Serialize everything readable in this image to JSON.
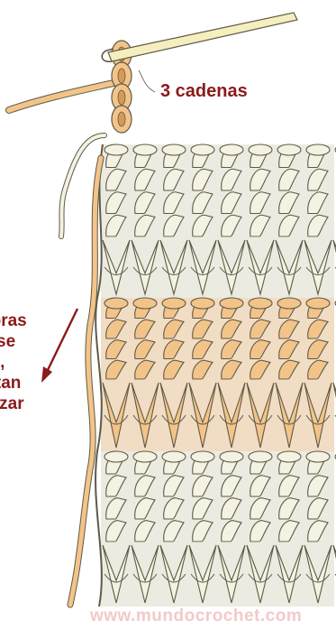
{
  "labels": {
    "chain_note": "3 cadenas",
    "side_note": [
      "obras",
      "se",
      "an,",
      "ultan",
      "alizar"
    ]
  },
  "watermark": "www.mundocrochet.com",
  "colors": {
    "text": "#8b1a1a",
    "watermark": "#f3c9c9",
    "yarn_cream": "#f4f2e2",
    "yarn_cream_shade": "#c9c6a8",
    "yarn_orange": "#f3c48a",
    "yarn_orange_shade": "#d79a55",
    "outline": "#5e5a45",
    "hook": "#f5efc0"
  },
  "icons": {
    "hook": "crochet-hook-icon",
    "arrow": "arrow-down-left-icon"
  }
}
